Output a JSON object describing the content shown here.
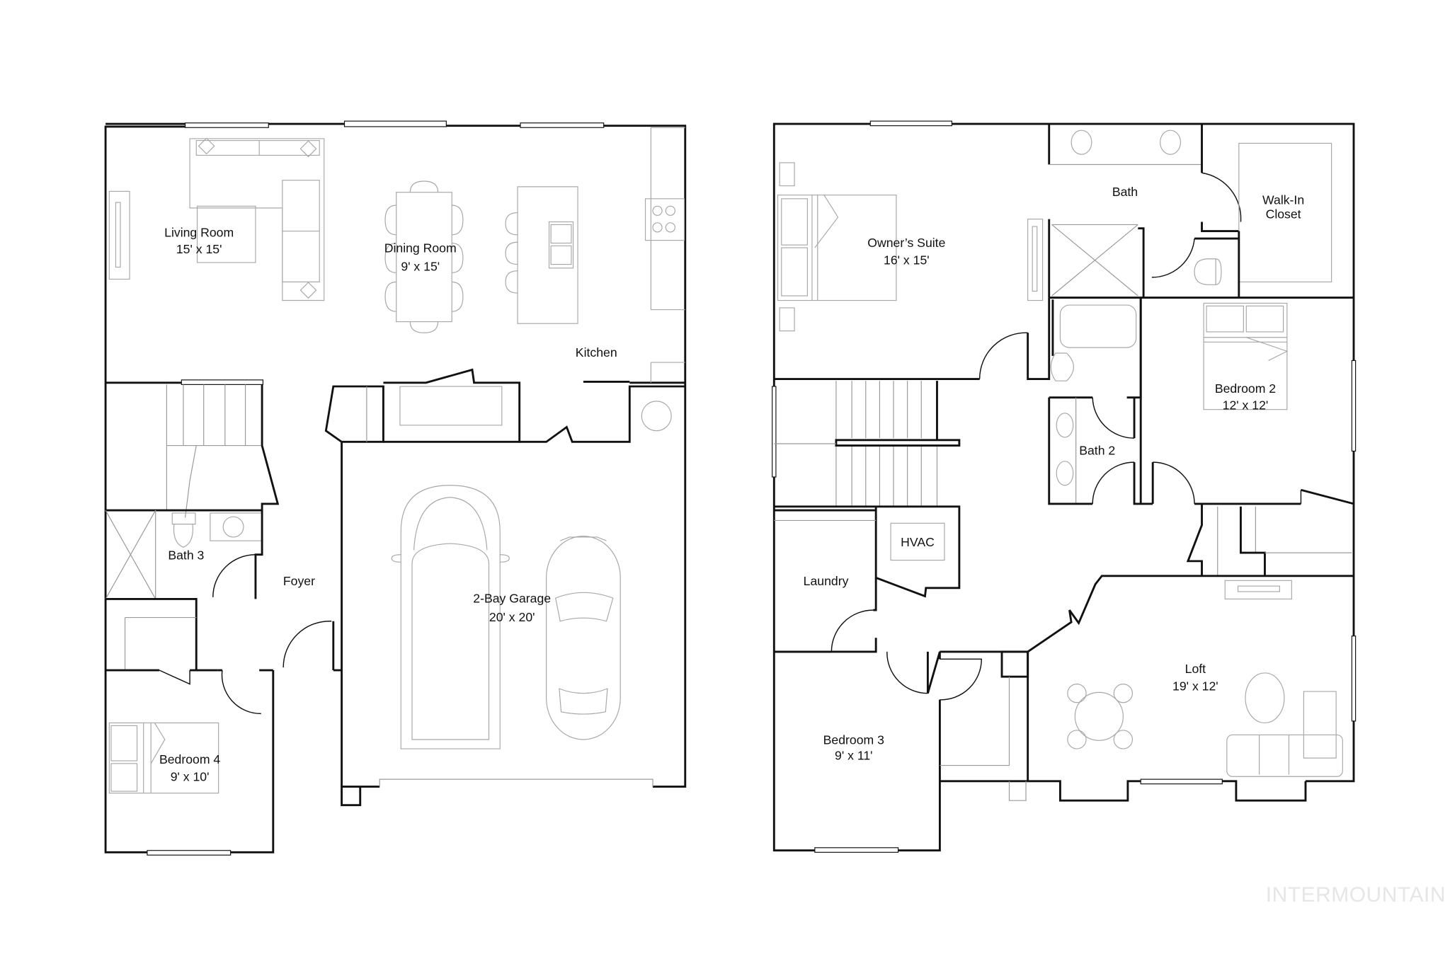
{
  "watermark": "INTERMOUNTAIN",
  "floor_plans": [
    {
      "id": "first-floor",
      "rooms": [
        {
          "name": "Living Room",
          "size": "15' x 15'"
        },
        {
          "name": "Dining Room",
          "size": "9' x 15'"
        },
        {
          "name": "Kitchen",
          "size": ""
        },
        {
          "name": "Bath 3",
          "size": ""
        },
        {
          "name": "Foyer",
          "size": ""
        },
        {
          "name": "2-Bay Garage",
          "size": "20' x 20'"
        },
        {
          "name": "Bedroom 4",
          "size": "9' x 10'"
        }
      ]
    },
    {
      "id": "second-floor",
      "rooms": [
        {
          "name": "Owner's Suite",
          "size": "16' x 15'"
        },
        {
          "name": "Bath",
          "size": ""
        },
        {
          "name": "Walk-In Closet",
          "size": ""
        },
        {
          "name": "Bedroom 2",
          "size": "12' x 12'"
        },
        {
          "name": "Bath 2",
          "size": ""
        },
        {
          "name": "HVAC",
          "size": ""
        },
        {
          "name": "Laundry",
          "size": ""
        },
        {
          "name": "Loft",
          "size": "19' x 12'"
        },
        {
          "name": "Bedroom 3",
          "size": "9' x 11'"
        }
      ]
    }
  ],
  "labels": {
    "living": "Living Room",
    "living_size": "15' x 15'",
    "dining": "Dining Room",
    "dining_size": "9' x 15'",
    "kitchen": "Kitchen",
    "bath3": "Bath 3",
    "foyer": "Foyer",
    "garage": "2-Bay Garage",
    "garage_size": "20' x 20'",
    "bed4": "Bedroom 4",
    "bed4_size": "9' x 10'",
    "owners": "Owner’s Suite",
    "owners_size": "16' x 15'",
    "bath": "Bath",
    "walkin1": "Walk-In",
    "walkin2": "Closet",
    "bed2": "Bedroom 2",
    "bed2_size": "12' x 12'",
    "bath2": "Bath 2",
    "hvac": "HVAC",
    "laundry": "Laundry",
    "loft": "Loft",
    "loft_size": "19' x 12'",
    "bed3": "Bedroom 3",
    "bed3_size": "9' x 11'"
  }
}
